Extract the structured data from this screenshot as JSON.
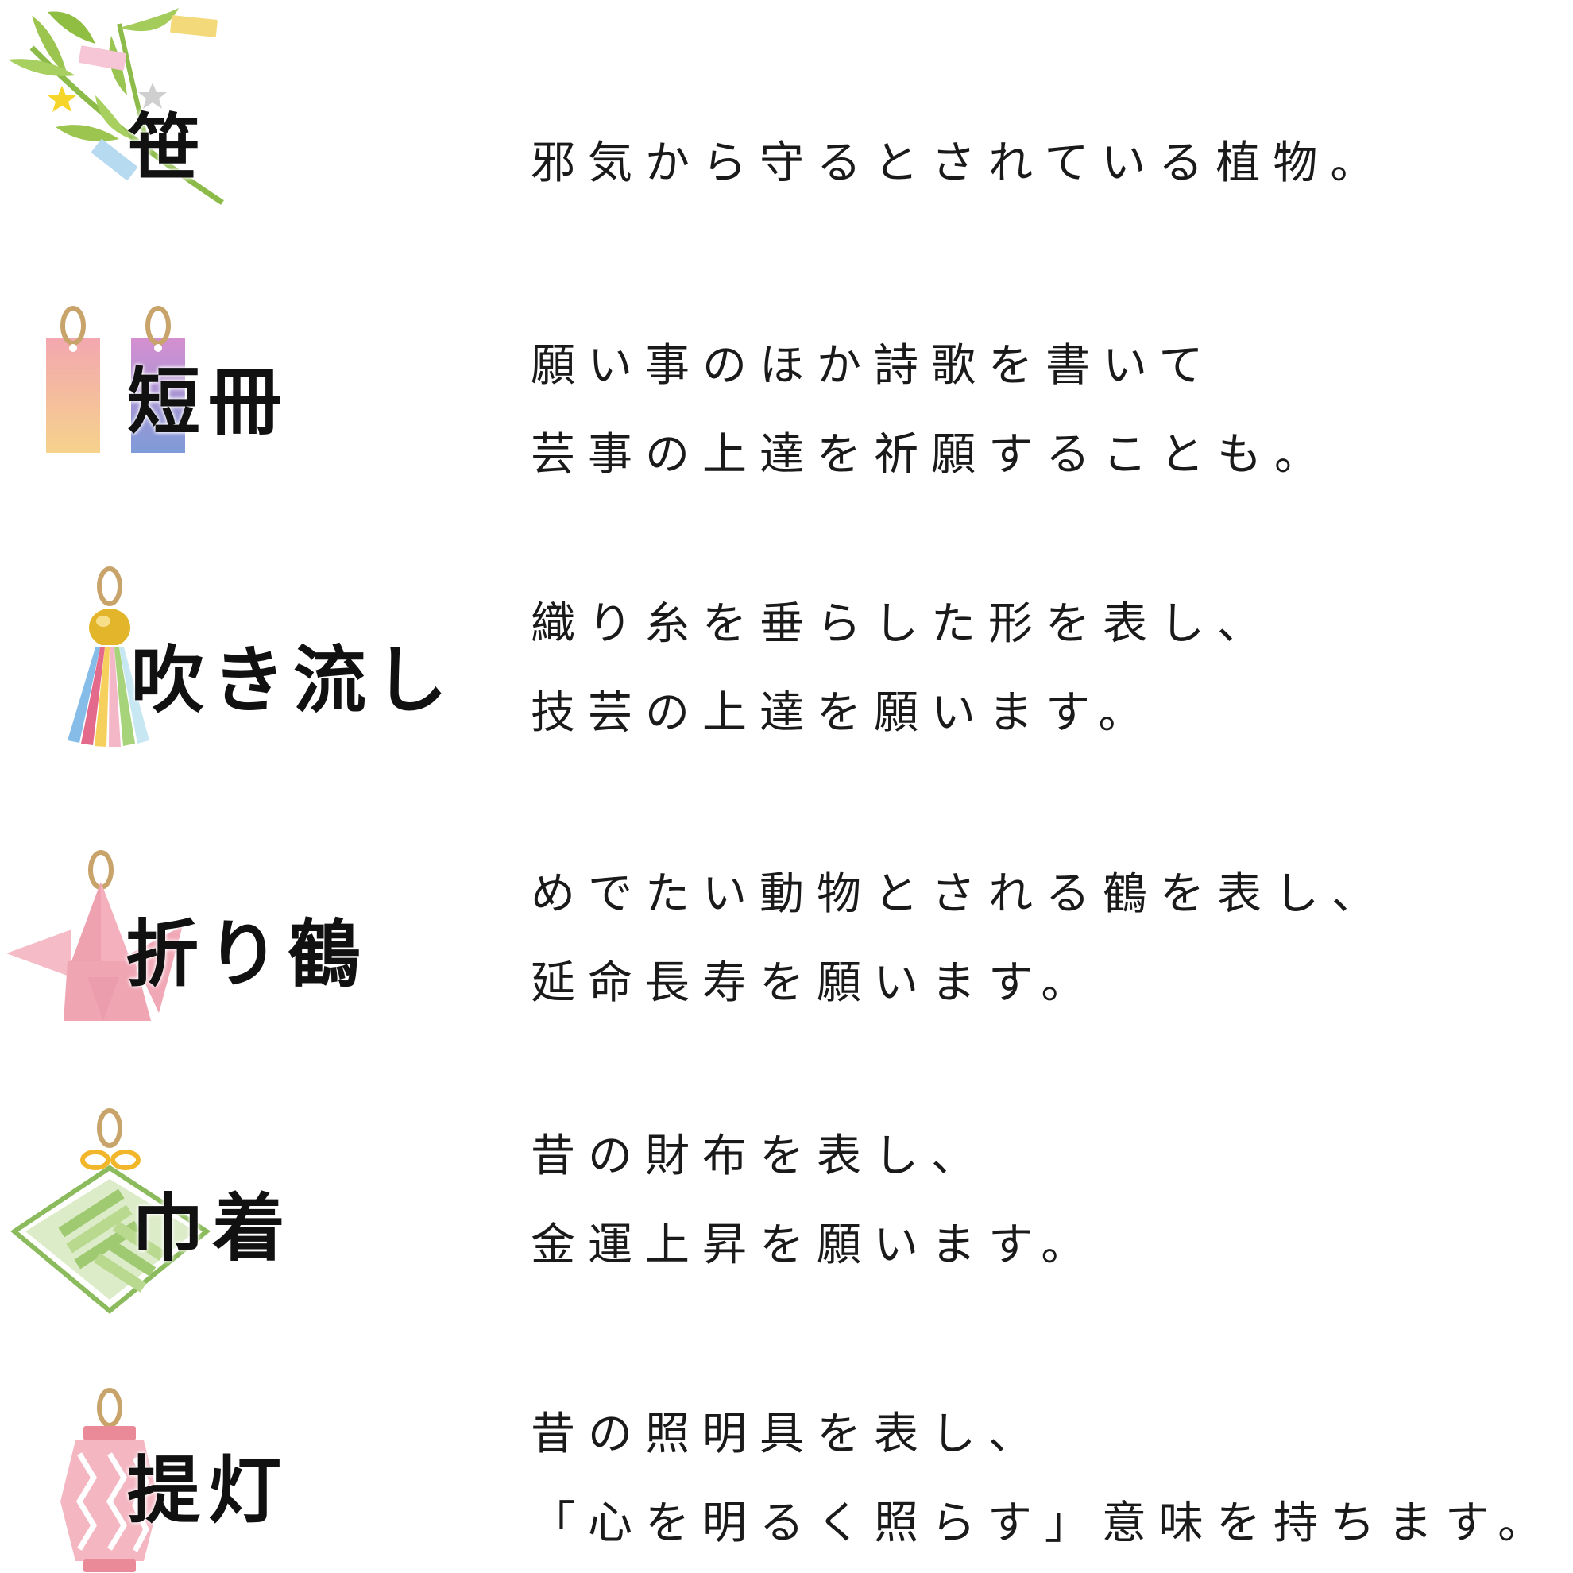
{
  "items": [
    {
      "title": "笹",
      "lines": [
        "邪気から守るとされている植物。"
      ]
    },
    {
      "title": "短冊",
      "lines": [
        "願い事のほか詩歌を書いて",
        "芸事の上達を祈願することも。"
      ]
    },
    {
      "title": "吹き流し",
      "lines": [
        "織り糸を垂らした形を表し、",
        "技芸の上達を願います。"
      ]
    },
    {
      "title": "折り鶴",
      "lines": [
        "めでたい動物とされる鶴を表し、",
        "延命長寿を願います。"
      ]
    },
    {
      "title": "巾着",
      "lines": [
        "昔の財布を表し、",
        "金運上昇を願います。"
      ]
    },
    {
      "title": "提灯",
      "lines": [
        "昔の照明具を表し、",
        "「心を明るく照らす」意味を持ちます。"
      ]
    }
  ],
  "icons": {
    "bamboo": "bamboo-leaves-icon",
    "tanzaku": "tanzaku-strips-icon",
    "fukinagashi": "streamer-icon",
    "orizuru": "paper-crane-icon",
    "kinchaku": "pouch-icon",
    "chochin": "lantern-icon"
  }
}
